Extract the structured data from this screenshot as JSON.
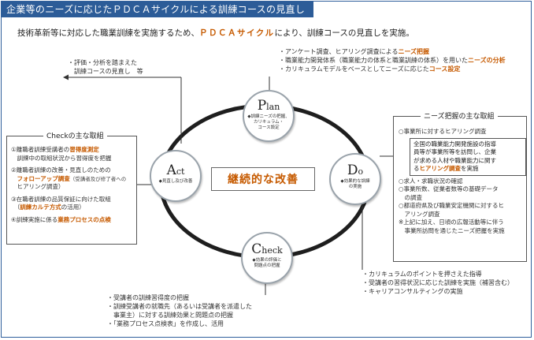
{
  "title": "企業等のニーズに応じたＰＤＣＡサイクルによる訓練コースの見直し",
  "intro": {
    "before": "技術革新等に対応した職業訓練を実施するため、",
    "highlight": "ＰＤＣＡサイクル",
    "after": "により、訓練コースの見直しを実施。"
  },
  "plan_notes": [
    {
      "text": "・アンケート調査、ヒアリング調査による",
      "hl": "ニーズ把握",
      "tail": ""
    },
    {
      "text": "・職業能力開発体系（職業能力の体系と職業訓練の体系）を用いた",
      "hl": "ニーズの分析",
      "tail": ""
    },
    {
      "text": "・カリキュラムモデルをベースとしてニーズに応じた",
      "hl": "コース設定",
      "tail": ""
    }
  ],
  "act_notes": [
    "・評価・分析を踏まえた",
    "　訓練コースの見直し　等"
  ],
  "cycle": {
    "plan": {
      "big": "P",
      "rest": "lan",
      "desc": [
        "◆訓練ニーズの把握、",
        "カリキュラム・",
        "コース設定"
      ]
    },
    "do": {
      "big": "D",
      "rest": "o",
      "desc": [
        "◆効果的な訓練",
        "の実施"
      ]
    },
    "check": {
      "big": "C",
      "rest": "heck",
      "desc": [
        "◆効果の評価と",
        "問題点の把握"
      ]
    },
    "act": {
      "big": "A",
      "rest": "ct",
      "desc": [
        "◆見直し及び改善"
      ]
    },
    "center": "継続的な改善"
  },
  "check_box": {
    "title": "Checkの主な取組",
    "items": [
      {
        "pre": "①離職者訓練受講者の",
        "hl": "習得度測定",
        "post": "",
        "sub": "　訓練中の取組状況から習得度を把握"
      },
      {
        "pre": "②離職者訓練の改善・見直しのための",
        "hl": "",
        "post": "",
        "sub": ""
      },
      {
        "pre": "　",
        "hl": "フォローアップ調査",
        "post": "",
        "sub": "（受講者及び修了者への",
        "sub2": "　ヒアリング調査）"
      },
      {
        "pre": "③在職者訓練の品質保証に向けた取組",
        "hl": "",
        "post": "",
        "sub": ""
      },
      {
        "pre": "　（",
        "hl": "訓練カルテ方式",
        "post": "の活用）",
        "sub": ""
      },
      {
        "pre": "④訓練実施に係る",
        "hl": "業務プロセスの点検",
        "post": "",
        "sub": ""
      }
    ]
  },
  "needs_box": {
    "title": "ニーズ把握の主な取組",
    "first": "○事業所に対するヒアリング調査",
    "inner": [
      {
        "text": "全国の職業能力開発施設の指導",
        "hl": ""
      },
      {
        "text": "員等が事業所等を訪問し、企業",
        "hl": ""
      },
      {
        "text": "が求める人材や職業能力に関す",
        "hl": ""
      },
      {
        "text": "る",
        "hl": "ヒアリング調査",
        "tail": "を実施"
      }
    ],
    "rest": [
      "○求人・求職状況の確認",
      "○事業所数、従業者数等の基礎データ",
      "　の調査",
      "○都道府県及び職業安定機関に対するヒ",
      "　アリング調査",
      "※上記に加え、日頃の広報活動等に伴う",
      "　事業所訪問を通じたニーズ把握を実施"
    ]
  },
  "do_notes": [
    "・カリキュラムのポイントを押さえた指導",
    "・受講者の習得状況に応じた訓練を実施（補習含む）",
    "・キャリアコンサルティングの実施"
  ],
  "check_notes": [
    "・受講者の訓練習得度の把握",
    "・訓練受講者の就職先（あるいは受講者を派遣した",
    "　事業主）に対する訓練効果と問題点の把握",
    "・「業務プロセス点検表」を作成し、活用"
  ],
  "colors": {
    "title_bg": "#2c5c98",
    "highlight": "#c65a00",
    "ring": "#1e1e1e"
  }
}
